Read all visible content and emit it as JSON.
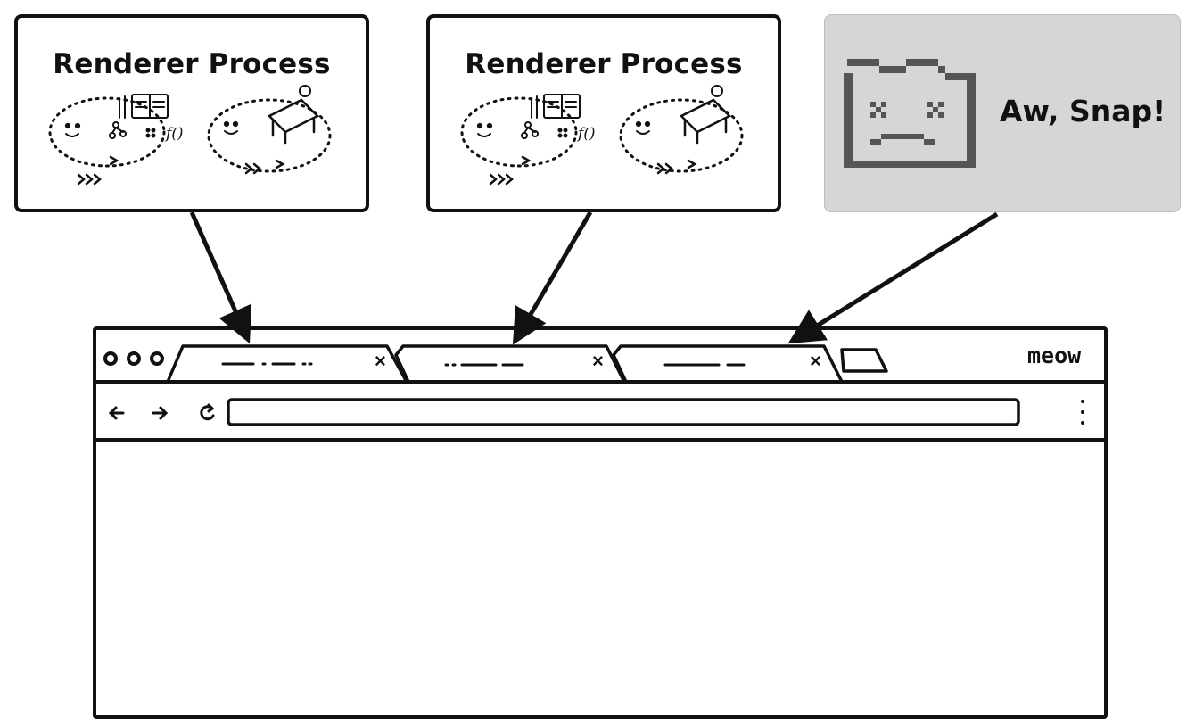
{
  "renderer_boxes": [
    {
      "title": "Renderer Process"
    },
    {
      "title": "Renderer Process"
    }
  ],
  "crash_box": {
    "message": "Aw, Snap!",
    "icon": "sad-folder-icon"
  },
  "browser": {
    "brand_text": "meow",
    "tabs": [
      {
        "close_glyph": "×"
      },
      {
        "close_glyph": "×"
      },
      {
        "close_glyph": "×"
      }
    ],
    "toolbar": {
      "back_icon": "arrow-left-icon",
      "forward_icon": "arrow-right-icon",
      "reload_icon": "reload-icon",
      "menu_icon": "kebab-menu-icon"
    }
  },
  "colors": {
    "ink": "#111111",
    "crash_bg": "#d6d6d6",
    "crash_icon": "#555555"
  }
}
